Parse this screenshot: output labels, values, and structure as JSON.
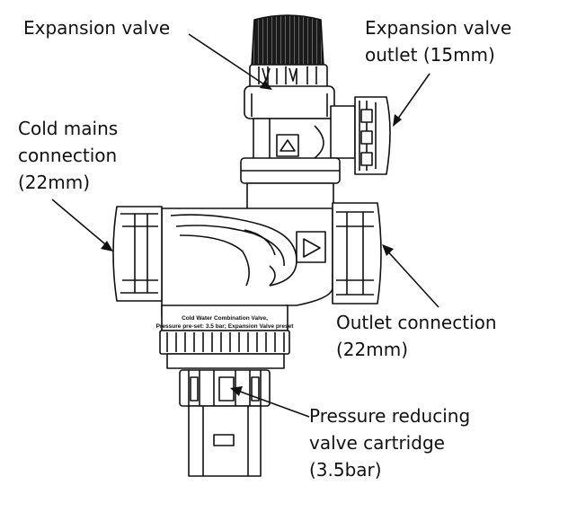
{
  "labels": {
    "expansion_valve": [
      "Expansion valve"
    ],
    "expansion_outlet": [
      "Expansion valve",
      "outlet (15mm)"
    ],
    "cold_mains": [
      "Cold mains",
      "connection",
      "(22mm)"
    ],
    "outlet_connection": [
      "Outlet connection",
      "(22mm)"
    ],
    "pressure_cartridge": [
      "Pressure reducing",
      "valve cartridge",
      "(3.5bar)"
    ]
  },
  "body_plate": {
    "line1": "Cold Water Combination Valve,",
    "line2": "Pressure pre-set: 3.5 bar; Expansion Valve preset"
  },
  "colors": {
    "ink": "#111111",
    "knob": "#222222",
    "background": "#ffffff"
  }
}
